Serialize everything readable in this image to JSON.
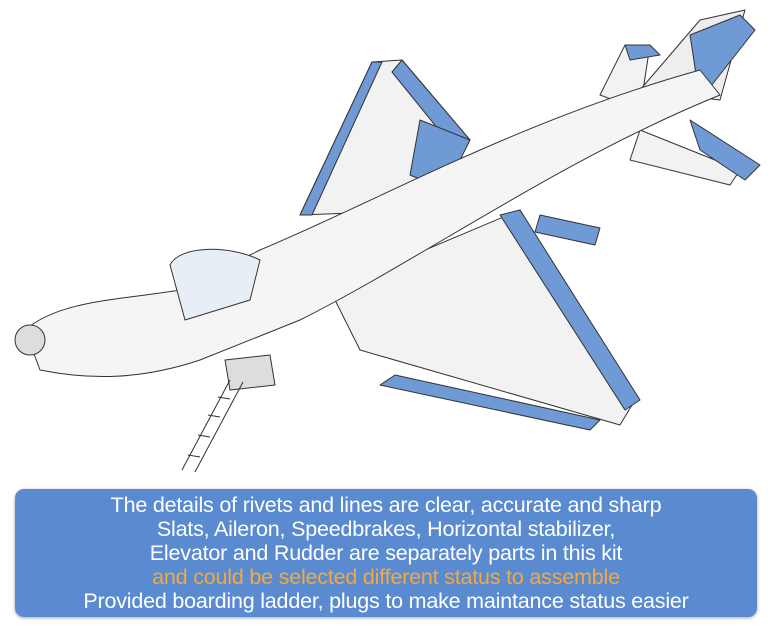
{
  "image": {
    "subject": "aircraft-model-kit-render",
    "accent_color": "#6f9ad6"
  },
  "caption": {
    "background": "#5a8bd0",
    "highlight_color": "#f6a83b",
    "lines": [
      "The details of rivets and lines are clear, accurate and sharp",
      "Slats, Aileron, Speedbrakes, Horizontal stabilizer,",
      "Elevator and Rudder are separately parts in this kit",
      "and could be selected different status to assemble",
      "Provided boarding ladder, plugs to make maintance status easier"
    ]
  }
}
